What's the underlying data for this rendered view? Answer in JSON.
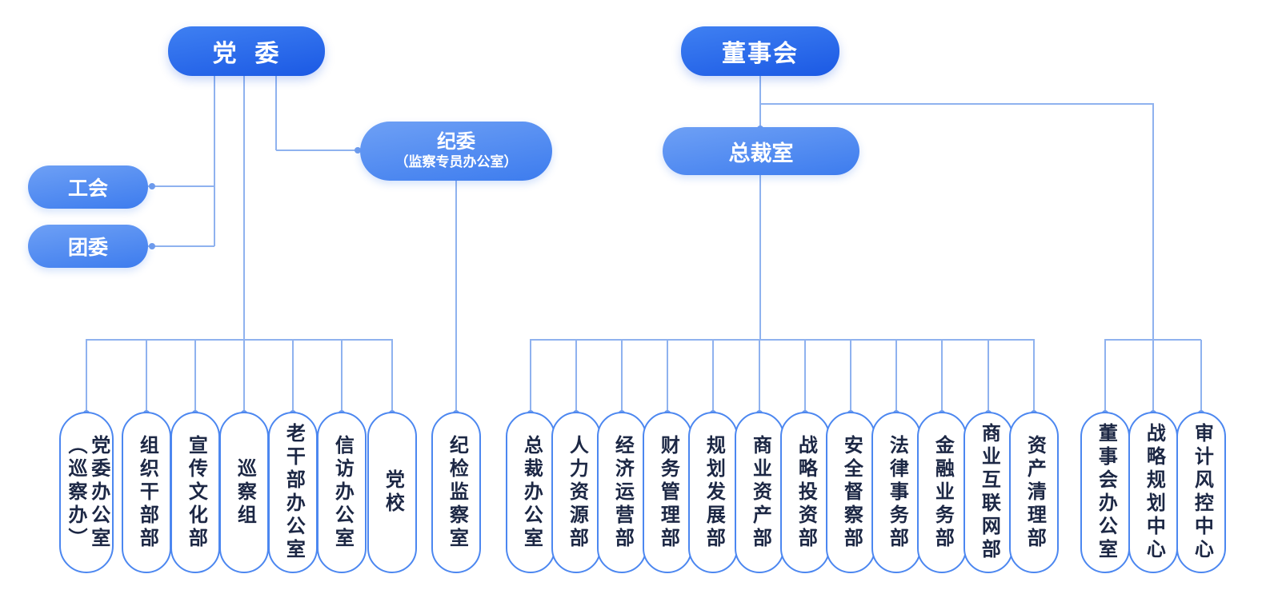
{
  "nodes": {
    "party": {
      "label": "党  委"
    },
    "board": {
      "label": "董事会"
    },
    "discipline": {
      "label": "纪委",
      "sublabel": "（监察专员办公室）"
    },
    "president": {
      "label": "总裁室"
    },
    "union": {
      "label": "工会"
    },
    "youth": {
      "label": "团委"
    }
  },
  "party_departments": [
    "党委办公室\n（巡察办）",
    "组织干部部",
    "宣传文化部",
    "巡察组",
    "老干部办公室",
    "信访办公室",
    "党校"
  ],
  "discipline_departments": [
    "纪检监察室"
  ],
  "president_departments": [
    "总裁办公室",
    "人力资源部",
    "经济运营部",
    "财务管理部",
    "规划发展部",
    "商业资产部",
    "战略投资部",
    "安全督察部",
    "法律事务部",
    "金融业务部",
    "商业互联网部",
    "资产清理部"
  ],
  "board_departments": [
    "董事会办公室",
    "战略规划中心",
    "审计风控中心"
  ],
  "colors": {
    "primary_light": "#3f80f2",
    "primary_dark": "#1b59e4",
    "secondary_light": "#6ea0f5",
    "secondary_dark": "#3d7cee",
    "line_color": "#8fb2ef",
    "dot_color": "#6f9ced",
    "pill_border": "#4c87f0",
    "pill_text": "#1c2744"
  }
}
